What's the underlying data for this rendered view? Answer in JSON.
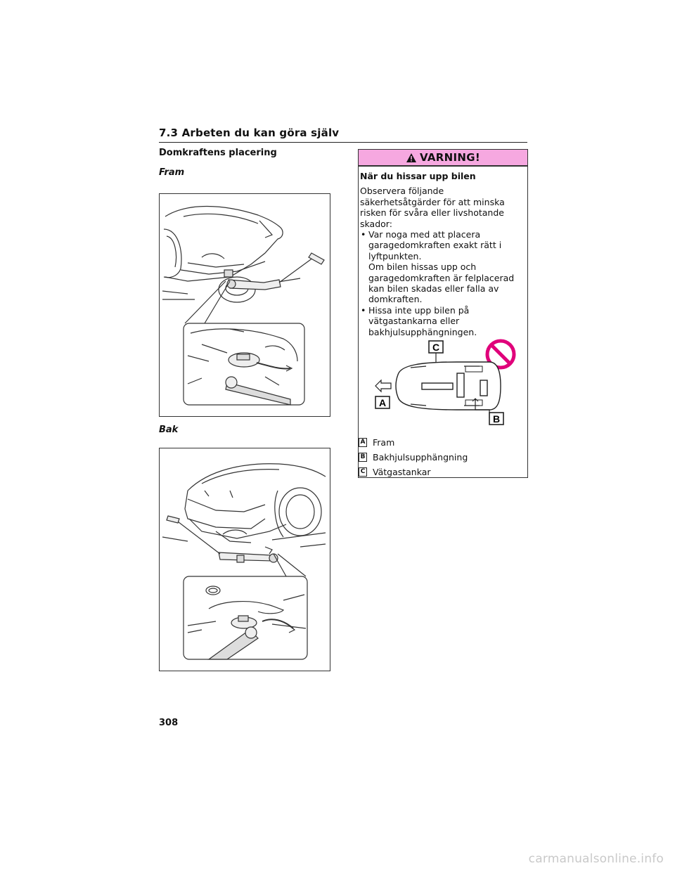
{
  "section": {
    "title": "7.3  Arbeten du kan göra själv"
  },
  "heading": "Domkraftens placering",
  "front_label": "Fram",
  "rear_label": "Bak",
  "warning": {
    "title": "VARNING!",
    "subheading": "När du hissar upp bilen",
    "intro": "Observera följande säkerhetsåtgärder för att minska risken för svåra eller livshotande skador:",
    "bullets": [
      {
        "lines": [
          "Var noga med att placera",
          "garagedomkraften exakt rätt i",
          "lyftpunkten.",
          "Om bilen hissas upp och",
          "garagedomkraften är felplacerad",
          "kan bilen skadas eller falla av",
          "domkraften."
        ]
      },
      {
        "lines": [
          "Hissa inte upp bilen på",
          "vätgastankarna eller",
          "bakhjulsupphängningen."
        ]
      }
    ],
    "bullet_symbol": "•",
    "diagram_labels": {
      "a": "A",
      "b": "B",
      "c": "C"
    },
    "legend": [
      {
        "key": "A",
        "text": "Fram"
      },
      {
        "key": "B",
        "text": "Bakhjulsupphängning"
      },
      {
        "key": "C",
        "text": "Vätgastankar"
      }
    ],
    "colors": {
      "header_bg": "#f6a8e0",
      "prohibit": "#e0007a"
    }
  },
  "page_number": "308",
  "watermark": "carmanualsonline.info"
}
